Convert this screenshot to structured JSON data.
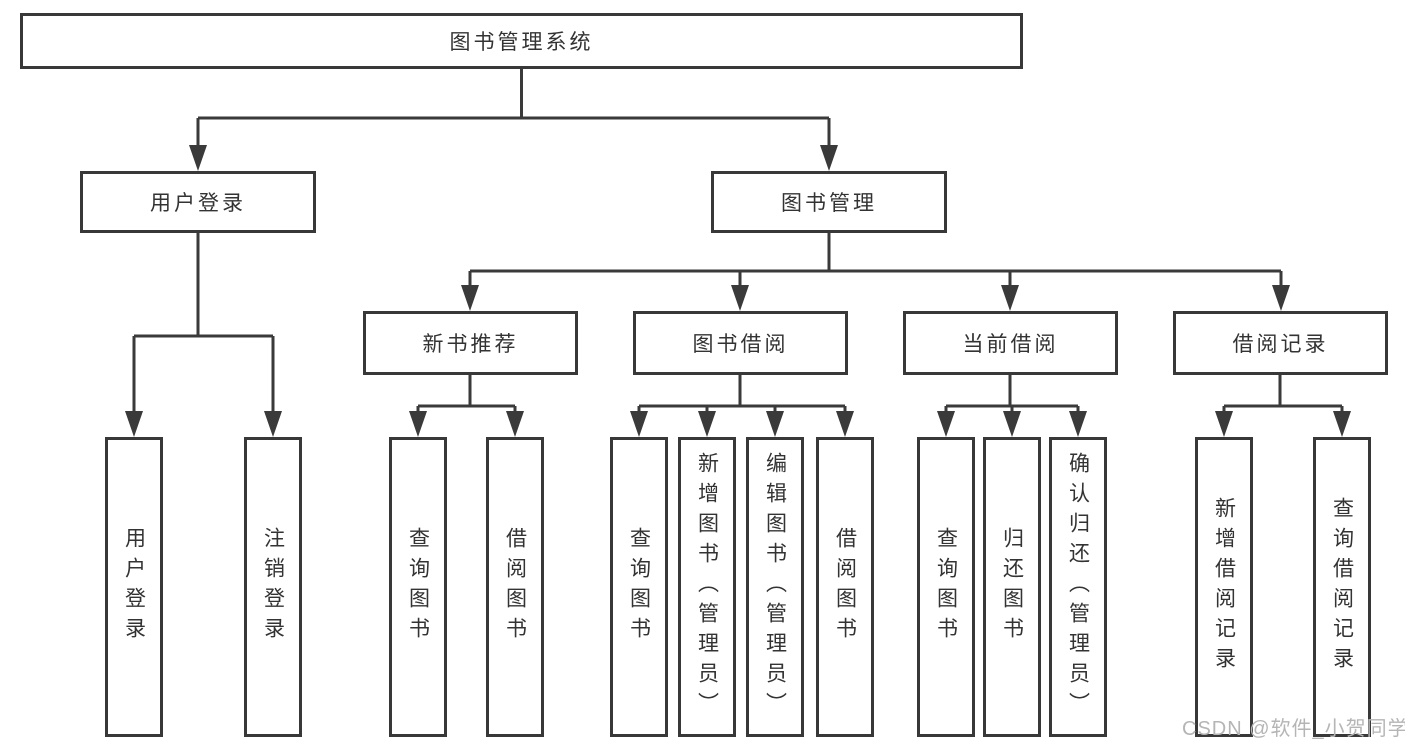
{
  "tree": {
    "root": {
      "label": "图书管理系统"
    },
    "branches": [
      {
        "label": "用户登录",
        "children": [
          {
            "label": "用户登录"
          },
          {
            "label": "注销登录"
          }
        ]
      },
      {
        "label": "图书管理",
        "children": [
          {
            "label": "新书推荐",
            "children": [
              {
                "label": "查询图书"
              },
              {
                "label": "借阅图书"
              }
            ]
          },
          {
            "label": "图书借阅",
            "children": [
              {
                "label": "查询图书"
              },
              {
                "label": "新增图书（管理员）"
              },
              {
                "label": "编辑图书（管理员）"
              },
              {
                "label": "借阅图书"
              }
            ]
          },
          {
            "label": "当前借阅",
            "children": [
              {
                "label": "查询图书"
              },
              {
                "label": "归还图书"
              },
              {
                "label": "确认归还（管理员）"
              }
            ]
          },
          {
            "label": "借阅记录",
            "children": [
              {
                "label": "新增借阅记录"
              },
              {
                "label": "查询借阅记录"
              }
            ]
          }
        ]
      }
    ]
  },
  "watermark": {
    "text": "CSDN @软件_小贺同学"
  },
  "colors": {
    "line": "#3a3a3a",
    "box_border": "#383838",
    "box_fill": "#ffffff",
    "text": "#333333",
    "background": "#ffffff",
    "watermark": "#b5b5b5"
  }
}
